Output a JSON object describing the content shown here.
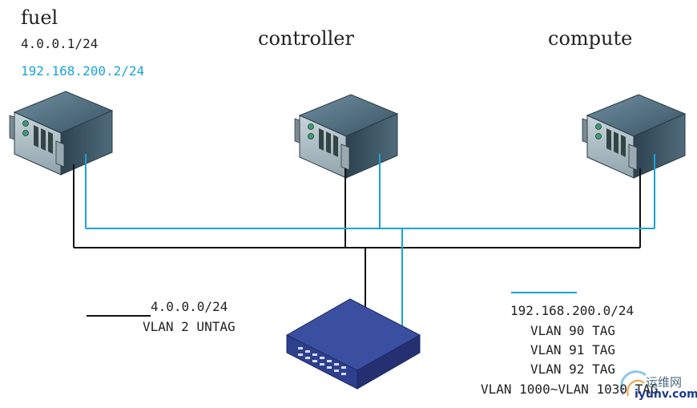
{
  "nodes": {
    "fuel": {
      "name": "fuel",
      "ip_admin": "4.0.0.1/24",
      "ip_pub": "192.168.200.2/24"
    },
    "controller": {
      "name": "controller"
    },
    "compute": {
      "name": "compute"
    }
  },
  "legend": {
    "black": {
      "net": "4.0.0.0/24",
      "vlan": "VLAN 2 UNTAG"
    },
    "blue": {
      "net": "192.168.200.0/24",
      "vlans": [
        "VLAN 90 TAG",
        "VLAN 91 TAG",
        "VLAN 92 TAG",
        "VLAN 1000~VLAN 1030 TAG"
      ]
    }
  },
  "watermark": {
    "cn": "运维网",
    "en": "iyunv.com"
  },
  "colors": {
    "black_line": "#111111",
    "blue_line": "#1aa3d9",
    "switch": "#2f3f8f"
  },
  "icons": {
    "server": "server-icon",
    "switch": "switch-icon"
  }
}
